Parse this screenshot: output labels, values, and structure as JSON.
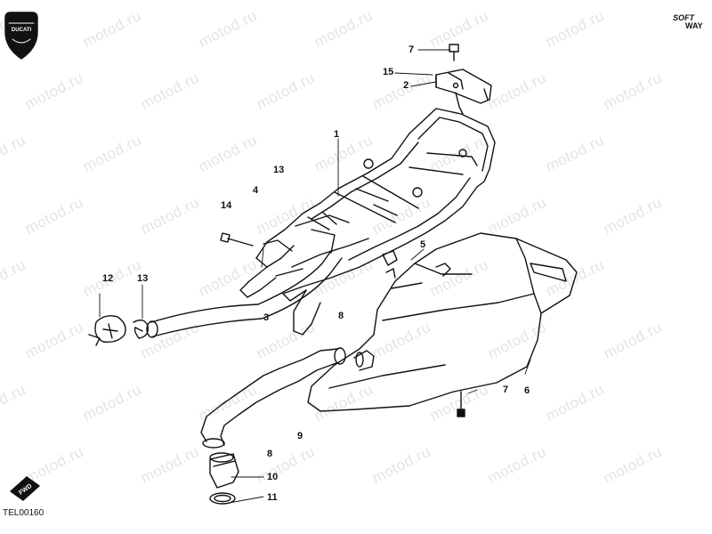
{
  "watermark": "motod.ru",
  "drawing_code": "TEL00160",
  "brand_logo": "DUCATI",
  "softway_logo": [
    "SOFT",
    "WAY"
  ],
  "fwd_label": "FWD",
  "callouts": [
    {
      "id": "1",
      "label": "1"
    },
    {
      "id": "2",
      "label": "2"
    },
    {
      "id": "3",
      "label": "3"
    },
    {
      "id": "4",
      "label": "4"
    },
    {
      "id": "5",
      "label": "5"
    },
    {
      "id": "6",
      "label": "6"
    },
    {
      "id": "7a",
      "label": "7"
    },
    {
      "id": "7b",
      "label": "7"
    },
    {
      "id": "8a",
      "label": "8"
    },
    {
      "id": "8b",
      "label": "8"
    },
    {
      "id": "9",
      "label": "9"
    },
    {
      "id": "10",
      "label": "10"
    },
    {
      "id": "11",
      "label": "11"
    },
    {
      "id": "12",
      "label": "12"
    },
    {
      "id": "13a",
      "label": "13"
    },
    {
      "id": "13b",
      "label": "13"
    },
    {
      "id": "14",
      "label": "14"
    },
    {
      "id": "15",
      "label": "15"
    }
  ]
}
